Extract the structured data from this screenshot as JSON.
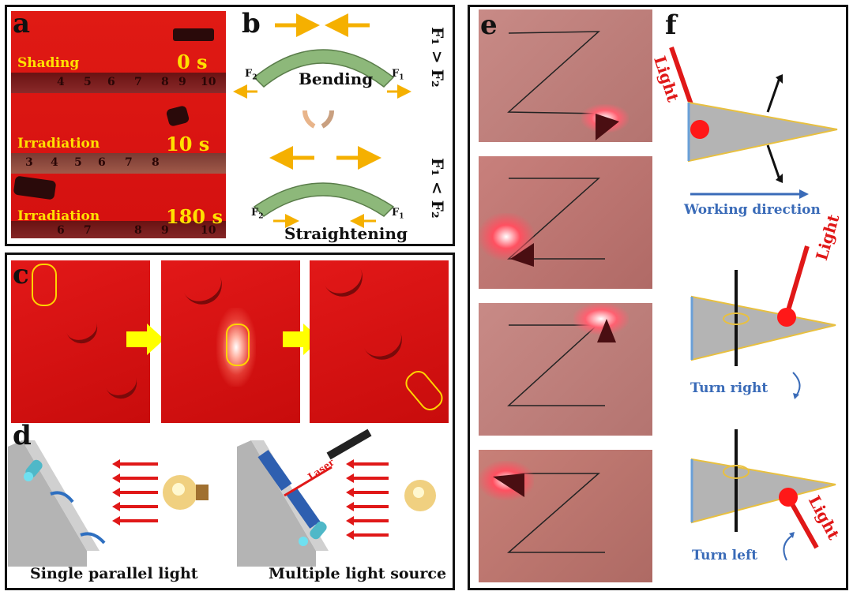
{
  "panels": {
    "a": {
      "label": "a",
      "rows": [
        {
          "status": "Shading",
          "time": "0 s"
        },
        {
          "status": "Irradiation",
          "time": "10 s"
        },
        {
          "status": "Irradiation",
          "time": "180 s"
        }
      ],
      "ruler_ticks": [
        "4",
        "5",
        "6",
        "7",
        "8",
        "9",
        "10"
      ]
    },
    "b": {
      "label": "b",
      "bending": "Bending",
      "straightening": "Straightening",
      "f1": "F",
      "f2": "F",
      "sub1": "1",
      "sub2": "2",
      "cond_top": "F₁ > F₂",
      "cond_bottom": "F₁ < F₂"
    },
    "c": {
      "label": "c"
    },
    "d": {
      "label": "d",
      "laser": "Laser",
      "caption_left": "Single parallel light",
      "caption_right": "Multiple light source"
    },
    "e": {
      "label": "e"
    },
    "f": {
      "label": "f",
      "light": "Light",
      "working_direction": "Working direction",
      "turn_right": "Turn right",
      "turn_left": "Turn left"
    }
  },
  "colors": {
    "red": "#e01818",
    "yellow": "#ffe000",
    "blue": "#3a6bb8",
    "green": "#8db87a",
    "gray": "#b4b4b4"
  }
}
